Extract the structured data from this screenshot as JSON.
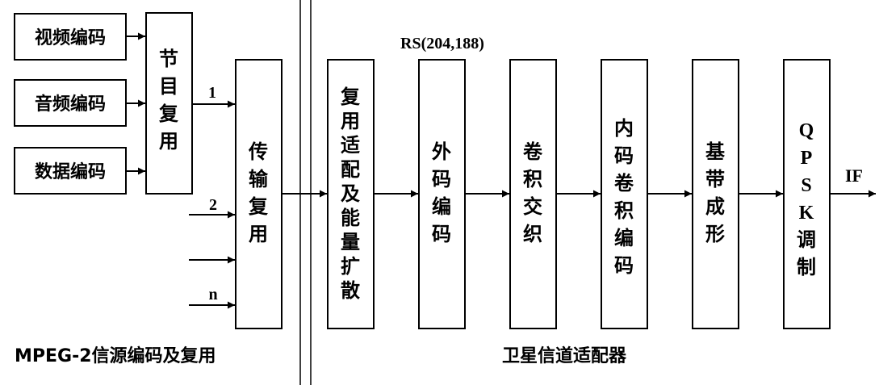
{
  "blocks": {
    "video_encoding": "视频编码",
    "audio_encoding": "音频编码",
    "data_encoding": "数据编码",
    "program_mux": [
      "节",
      "目",
      "复",
      "用"
    ],
    "transport_mux": [
      "传",
      "输",
      "复",
      "用"
    ],
    "mux_adapt_energy": [
      "复",
      "用",
      "适",
      "配",
      "及",
      "能",
      "量",
      "扩",
      "散"
    ],
    "outer_code": [
      "外",
      "码",
      "编",
      "码"
    ],
    "conv_interleave": [
      "卷",
      "积",
      "交",
      "织"
    ],
    "inner_conv_code": [
      "内",
      "码",
      "卷",
      "积",
      "编",
      "码"
    ],
    "baseband_shaping": [
      "基",
      "带",
      "成",
      "形"
    ],
    "qpsk_mod": [
      "Q",
      "P",
      "S",
      "K",
      "调",
      "制"
    ]
  },
  "labels": {
    "input_1": "1",
    "input_2": "2",
    "input_n": "n",
    "rs_code": "RS(204,188)",
    "output_if": "IF",
    "section_left": "MPEG-2信源编码及复用",
    "section_right": "卫星信道适配器"
  }
}
